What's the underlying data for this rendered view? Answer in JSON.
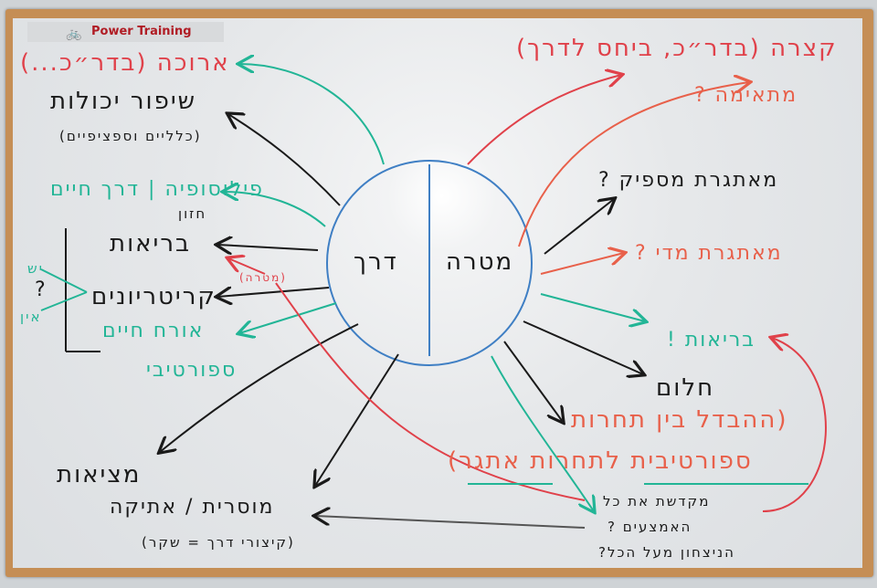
{
  "logo": {
    "text": "Power Training",
    "icon": "bicycle-icon"
  },
  "center": {
    "left_label": "דרך",
    "right_label": "מטרה"
  },
  "left": {
    "long": "ארוכה (בדר״כ...)",
    "improve": "שיפור יכולות",
    "improve_sub": "(כלליים וספציפיים)",
    "philosophy": "פילוסופיה | דרך חיים",
    "vision": "חזון",
    "health": "בריאות",
    "criteria": "קריטריונים",
    "lifestyle": "אורח חיים",
    "lifestyle2": "ספורטיבי",
    "goal_tag": "(מטרה)",
    "yes": "יש",
    "no": "אין",
    "question": "?",
    "reality": "מציאות",
    "moral": "מוסרית / אתיקה",
    "shortcuts": "(קיצורי דרך = שקר)"
  },
  "right": {
    "short": "קצרה (בדר״כ, ביחס לדרך)",
    "suitable": "מתאימה ?",
    "challenging_enough": "מאתגרת מספיק ?",
    "too_challenging": "מאתגרת מדי ?",
    "health": "בריאות !",
    "dream": "חלום",
    "difference1": "(ההבדל בין תחרות",
    "difference2": "ספורטיבית לתחרות אתגר)",
    "means1": "מקדשת את כל",
    "means2": "האמצעים ?",
    "victory": "הניצחון מעל הכל?"
  },
  "colors": {
    "red": "#e0414a",
    "teal": "#22b596",
    "black": "#1a1a1a",
    "blue": "#3f7fc4",
    "orange": "#e8604a",
    "frame": "#c58e55"
  }
}
